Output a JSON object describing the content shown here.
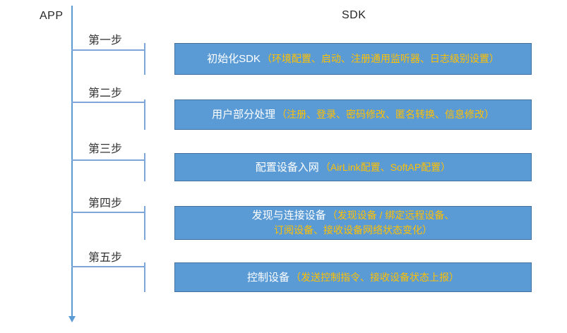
{
  "header": {
    "app_label": "APP",
    "sdk_label": "SDK"
  },
  "colors": {
    "box_fill": "#5B9BD5",
    "box_border": "#41719C",
    "timeline": "#5B9BD5",
    "bracket": "#7EA6D8",
    "box_title_text": "#FFFFFF",
    "box_detail_text": "#FFC000",
    "label_text": "#333333"
  },
  "steps": [
    {
      "label": "第一步",
      "title": "初始化SDK",
      "detail": "（环境配置、启动、注册通用监听器、日志级别设置）"
    },
    {
      "label": "第二步",
      "title": "用户部分处理",
      "detail": "（注册、登录、密码修改、匿名转换、信息修改）"
    },
    {
      "label": "第三步",
      "title": "配置设备入网",
      "detail": "（AirLink配置、SoftAP配置）"
    },
    {
      "label": "第四步",
      "title": "发现与连接设备",
      "detail": "（发现设备 / 绑定远程设备、",
      "detail2": "订阅设备、接收设备网络状态变化）"
    },
    {
      "label": "第五步",
      "title": "控制设备",
      "detail": "（发送控制指令、接收设备状态上报）"
    }
  ]
}
